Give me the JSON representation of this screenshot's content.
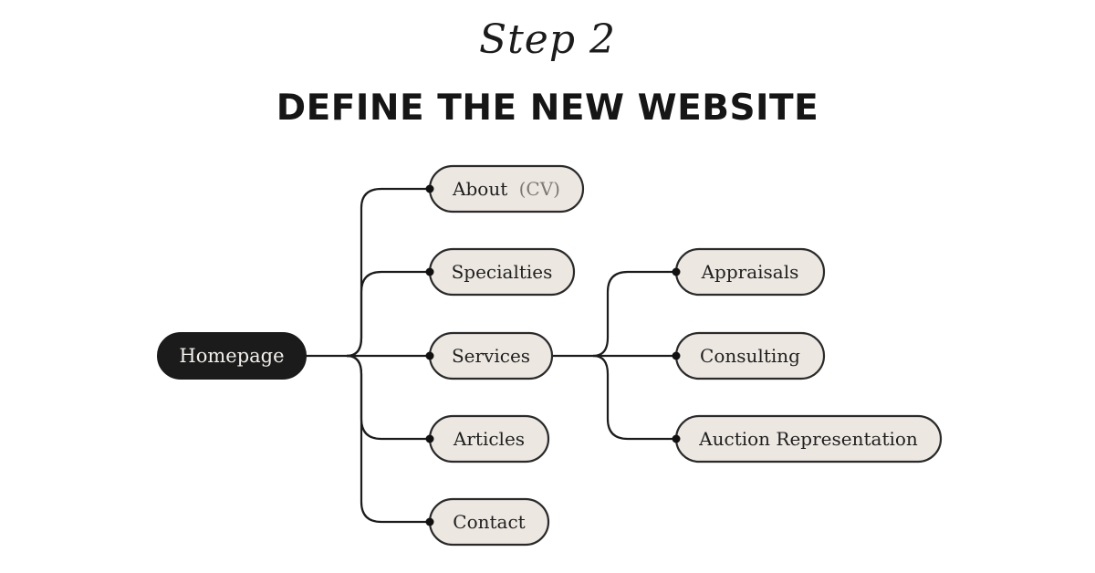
{
  "header": {
    "step": "Step 2",
    "title": "DEFINE THE NEW WEBSITE"
  },
  "sitemap": {
    "root": "Homepage",
    "pages": {
      "about": "About",
      "about_suffix": "(CV)",
      "specialties": "Specialties",
      "services": "Services",
      "articles": "Articles",
      "contact": "Contact"
    },
    "services_children": {
      "appraisals": "Appraisals",
      "consulting": "Consulting",
      "auction": "Auction Representation"
    }
  },
  "colors": {
    "node_fill": "#ece7e1",
    "root_fill": "#1b1b1b",
    "line": "#1c1c1c",
    "muted_text": "#7c7873"
  }
}
